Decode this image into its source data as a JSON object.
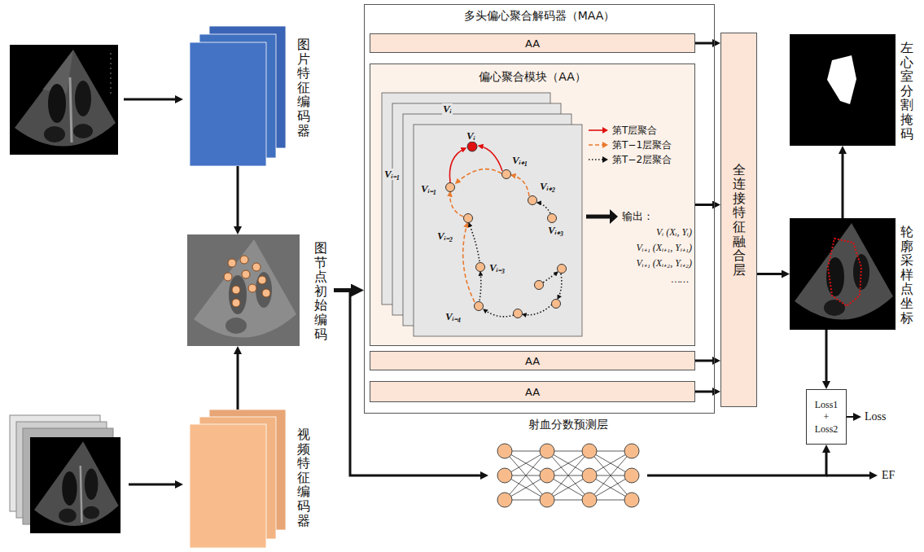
{
  "diagram": {
    "nodes": [
      {
        "text": [
          "图片特征编码器"
        ]
      },
      {
        "text": [
          "图节点初始编码"
        ]
      },
      {
        "text": [
          "视频特征编码器"
        ]
      },
      {
        "text": [
          "多头偏心聚合解码器（MAA）"
        ]
      },
      {
        "text": [
          "AA"
        ],
        "in": 3
      },
      {
        "text": [
          "偏心聚合模块（AA）"
        ],
        "in": 3
      },
      {
        "text": [
          "AA"
        ],
        "in": 3
      },
      {
        "text": [
          "AA"
        ],
        "in": 3
      },
      {
        "text": [
          "全连接特征融合层"
        ],
        "in": 3
      },
      {
        "text": [
          "左心室分割掩码"
        ]
      },
      {
        "text": [
          "轮廓采样点坐标"
        ]
      },
      {
        "text": [
          "Loss1 + Loss2"
        ]
      },
      {
        "text": [
          "射血分数预测层"
        ]
      }
    ],
    "edges": [
      {
        "from": 0,
        "to": 1,
        "arrow": "to"
      },
      {
        "from": 2,
        "to": 1,
        "arrow": "to"
      },
      {
        "from": 1,
        "to": 3,
        "arrow": "to"
      },
      {
        "from": 1,
        "to": 12,
        "arrow": "to"
      },
      {
        "from": 4,
        "to": 8,
        "arrow": "to"
      },
      {
        "from": 5,
        "to": 8,
        "arrow": "to"
      },
      {
        "from": 6,
        "to": 8,
        "arrow": "to"
      },
      {
        "from": 7,
        "to": 8,
        "arrow": "to"
      },
      {
        "from": 8,
        "to": 10,
        "arrow": "to"
      },
      {
        "from": 10,
        "to": 9,
        "arrow": "to"
      },
      {
        "from": 10,
        "to": 11,
        "arrow": "to"
      },
      {
        "from": 12,
        "to": 11,
        "arrow": "to"
      }
    ],
    "labels": [
      "Vᵢ",
      "Vᵢ₋₁",
      "Vᵢ",
      "Vᵢ₊₁",
      "Vᵢ₊₂",
      "Vᵢ₊₃",
      "Vᵢ₋₁",
      "Vᵢ₋₂",
      "Vᵢ₋₃",
      "Vᵢ₋₄",
      "输出：",
      "Vᵢ (Xᵢ, Yᵢ)",
      "Vᵢ₊₁ (Xᵢ₊₁, Yᵢ₊₁)",
      "Vᵢ₊₁ (Xᵢ₊₂, Yᵢ₊₂)",
      "……",
      "Loss",
      "EF"
    ],
    "legend": [
      {
        "text": "第T层聚合"
      },
      {
        "text": "第T−1层聚合"
      },
      {
        "text": "第T−2层聚合"
      }
    ]
  }
}
